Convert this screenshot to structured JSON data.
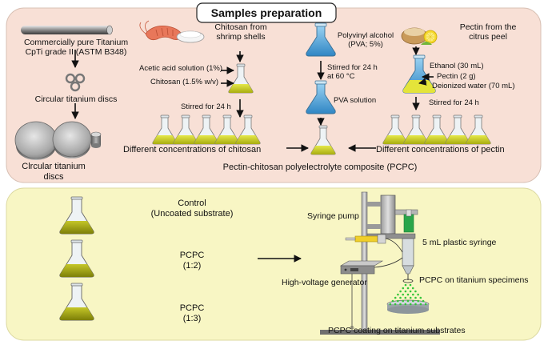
{
  "header": {
    "title": "Samples preparation"
  },
  "titanium": {
    "source_line1": "Commercially pure Titanium",
    "source_line2": "CpTi grade II (ASTM B348)",
    "circular_discs": "Circular titanium discs",
    "discs_line1": "Clrcular titanium",
    "discs_line2": "discs"
  },
  "chitosan": {
    "source_line1": "Chitosan from",
    "source_line2": "shrimp shells",
    "acetic_acid": "Acetic acid solution (1%)",
    "chitosan_conc": "Chitosan (1.5% w/v)",
    "stirred": "Stirred for 24 h",
    "different_conc": "Different concentrations of chitosan"
  },
  "pva": {
    "source_line1": "Polyvinyl alcohol",
    "source_line2": "(PVA; 5%)",
    "stirred_line1": "Stirred for 24 h",
    "stirred_line2": "at 60 °C",
    "solution": "PVA solution"
  },
  "pectin": {
    "source_line1": "Pectin from the",
    "source_line2": "citrus peel",
    "ethanol": "Ethanol (30 mL)",
    "pectin_mass": "Pectin (2 g)",
    "water": "Deionized water (70 mL)",
    "stirred": "Stirred for 24 h",
    "different_conc": "Different concentrations of pectin"
  },
  "composite": "Pectin-chitosan polyelectrolyte composite (PCPC)",
  "samples": [
    {
      "line1": "Control",
      "line2": "(Uncoated substrate)"
    },
    {
      "line1": "PCPC",
      "line2": "(1:2)"
    },
    {
      "line1": "PCPC",
      "line2": "(1:3)"
    }
  ],
  "apparatus": {
    "syringe_pump": "Syringe pump",
    "plastic_syringe": "5 mL plastic syringe",
    "hv_generator": "High-voltage generator",
    "specimens": "PCPC on titanium specimens",
    "coating": "PCPC coating on titanium substrates"
  },
  "colors": {
    "top_panel": "#f8e0d6",
    "bottom_panel": "#f8f6c4",
    "solution": "#cfd21e",
    "flask_glass": "#e6eef2",
    "blue_liquid": "#5aaee0",
    "spray": "#35c43a"
  }
}
